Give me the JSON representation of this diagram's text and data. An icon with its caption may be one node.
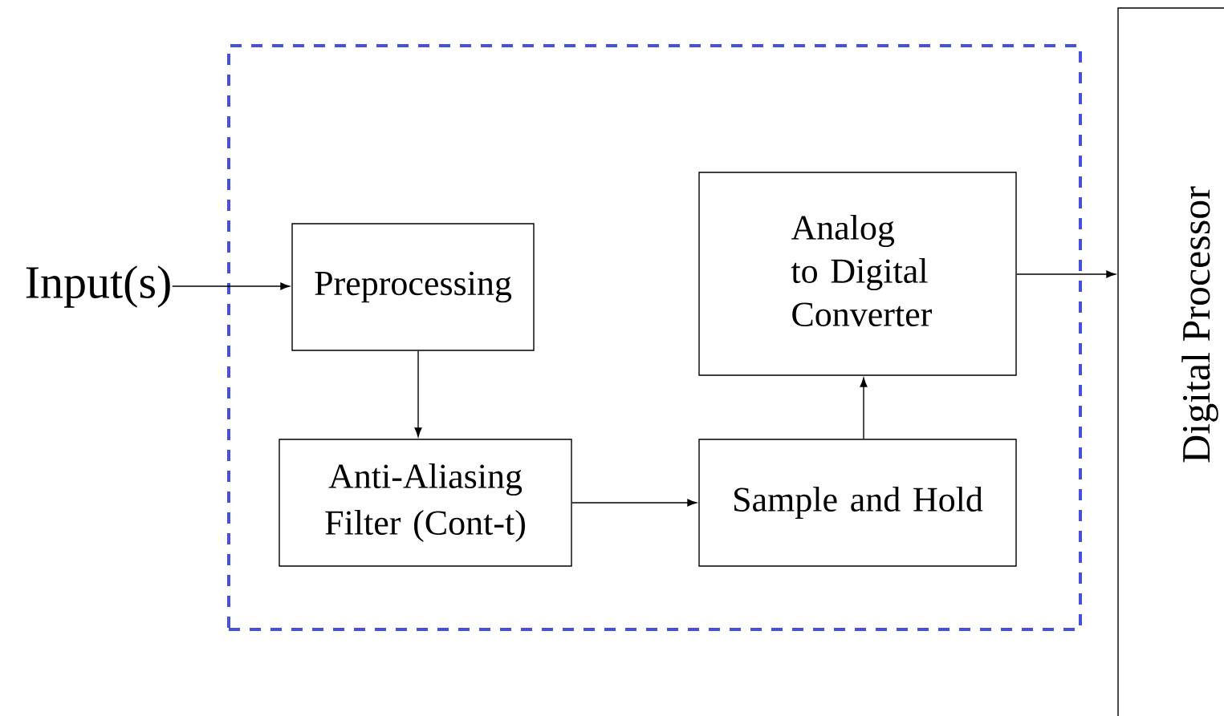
{
  "diagram": {
    "nodes": [
      {
        "text": [],
        "shape": "box"
      },
      {
        "text": [
          "Input(s)"
        ]
      },
      {
        "text": [
          "Preprocessing"
        ],
        "in": 0
      },
      {
        "text": [
          "Anti-Aliasing Filter (Cont-t)"
        ],
        "in": 0
      },
      {
        "text": [
          "Sample and Hold"
        ],
        "in": 0
      },
      {
        "text": [
          "Analog to Digital Converter"
        ],
        "in": 0
      },
      {
        "text": [
          "Digital Processor"
        ]
      }
    ],
    "edges": [
      {
        "from": 1,
        "to": 2,
        "arrow": "to"
      },
      {
        "from": 2,
        "to": 3,
        "arrow": "to"
      },
      {
        "from": 3,
        "to": 4,
        "arrow": "to"
      },
      {
        "from": 4,
        "to": 5,
        "arrow": "to"
      },
      {
        "from": 5,
        "to": 6,
        "arrow": "to"
      }
    ]
  }
}
